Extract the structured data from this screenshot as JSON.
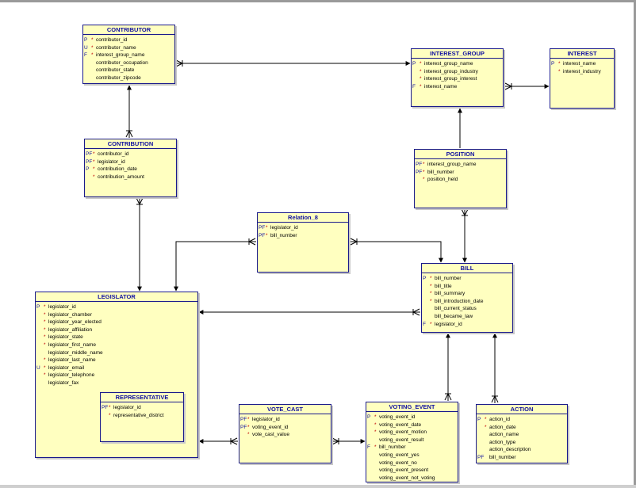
{
  "entities": {
    "contributor": {
      "title": "CONTRIBUTOR",
      "attrs": [
        {
          "key": "P",
          "req": "*",
          "name": "contributor_id"
        },
        {
          "key": "U",
          "req": "*",
          "name": "contributor_name"
        },
        {
          "key": "F",
          "req": "*",
          "name": "interest_group_name"
        },
        {
          "key": "",
          "req": "",
          "name": "contributor_occupation"
        },
        {
          "key": "",
          "req": "",
          "name": "contributor_state"
        },
        {
          "key": "",
          "req": "",
          "name": "contributor_zipcode"
        }
      ]
    },
    "interest_group": {
      "title": "INTEREST_GROUP",
      "attrs": [
        {
          "key": "P",
          "req": "*",
          "name": "interest_group_name"
        },
        {
          "key": "",
          "req": "*",
          "name": "interest_group_industry"
        },
        {
          "key": "",
          "req": "*",
          "name": "interest_group_interest"
        },
        {
          "key": "F",
          "req": "*",
          "name": "interest_name"
        }
      ]
    },
    "interest": {
      "title": "INTEREST",
      "attrs": [
        {
          "key": "P",
          "req": "*",
          "name": "interest_name"
        },
        {
          "key": "",
          "req": "*",
          "name": "interest_industry"
        }
      ]
    },
    "contribution": {
      "title": "CONTRIBUTION",
      "attrs": [
        {
          "key": "PF",
          "req": "*",
          "name": "contributor_id"
        },
        {
          "key": "PF",
          "req": "*",
          "name": "legislator_id"
        },
        {
          "key": "P",
          "req": "*",
          "name": "contribution_date"
        },
        {
          "key": "",
          "req": "*",
          "name": "contribution_amount"
        }
      ]
    },
    "position": {
      "title": "POSITION",
      "attrs": [
        {
          "key": "PF",
          "req": "*",
          "name": "interest_group_name"
        },
        {
          "key": "PF",
          "req": "*",
          "name": "bill_number"
        },
        {
          "key": "",
          "req": "*",
          "name": "position_held"
        }
      ]
    },
    "relation_8": {
      "title": "Relation_8",
      "attrs": [
        {
          "key": "PF",
          "req": "*",
          "name": "legislator_id"
        },
        {
          "key": "PF",
          "req": "*",
          "name": "bill_number"
        }
      ]
    },
    "bill": {
      "title": "BILL",
      "attrs": [
        {
          "key": "P",
          "req": "*",
          "name": "bill_number"
        },
        {
          "key": "",
          "req": "*",
          "name": "bill_title"
        },
        {
          "key": "",
          "req": "*",
          "name": "bill_summary"
        },
        {
          "key": "",
          "req": "*",
          "name": "bill_introduction_date"
        },
        {
          "key": "",
          "req": "",
          "name": "bill_current_status"
        },
        {
          "key": "",
          "req": "",
          "name": "bill_became_law"
        },
        {
          "key": "F",
          "req": "*",
          "name": "legislator_id"
        }
      ]
    },
    "legislator": {
      "title": "LEGISLATOR",
      "attrs": [
        {
          "key": "P",
          "req": "*",
          "name": "legislator_id"
        },
        {
          "key": "",
          "req": "*",
          "name": "legislator_chamber"
        },
        {
          "key": "",
          "req": "*",
          "name": "legislator_year_elected"
        },
        {
          "key": "",
          "req": "*",
          "name": "legislator_affiliation"
        },
        {
          "key": "",
          "req": "*",
          "name": "legislator_state"
        },
        {
          "key": "",
          "req": "*",
          "name": "legislator_first_name"
        },
        {
          "key": "",
          "req": "",
          "name": "legislator_middle_name"
        },
        {
          "key": "",
          "req": "*",
          "name": "legislator_last_name"
        },
        {
          "key": "U",
          "req": "*",
          "name": "legislator_email"
        },
        {
          "key": "",
          "req": "*",
          "name": "legislator_telephone"
        },
        {
          "key": "",
          "req": "",
          "name": "legislator_fax"
        }
      ]
    },
    "representative": {
      "title": "REPRESENTATIVE",
      "attrs": [
        {
          "key": "PF",
          "req": "*",
          "name": "legislator_id"
        },
        {
          "key": "",
          "req": "*",
          "name": "representative_district"
        }
      ]
    },
    "vote_cast": {
      "title": "VOTE_CAST",
      "attrs": [
        {
          "key": "PF",
          "req": "*",
          "name": "legislator_id"
        },
        {
          "key": "PF",
          "req": "*",
          "name": "voting_event_id"
        },
        {
          "key": "",
          "req": "*",
          "name": "vote_cast_value"
        }
      ]
    },
    "voting_event": {
      "title": "VOTING_EVENT",
      "attrs": [
        {
          "key": "P",
          "req": "*",
          "name": "voting_event_id"
        },
        {
          "key": "",
          "req": "*",
          "name": "voting_event_date"
        },
        {
          "key": "",
          "req": "*",
          "name": "voting_event_motion"
        },
        {
          "key": "",
          "req": "",
          "name": "voting_event_result"
        },
        {
          "key": "F",
          "req": "*",
          "name": "bill_number"
        },
        {
          "key": "",
          "req": "",
          "name": "voting_event_yes"
        },
        {
          "key": "",
          "req": "",
          "name": "voting_event_no"
        },
        {
          "key": "",
          "req": "",
          "name": "voting_event_present"
        },
        {
          "key": "",
          "req": "",
          "name": "voting_event_not_voting"
        }
      ]
    },
    "action": {
      "title": "ACTION",
      "attrs": [
        {
          "key": "P",
          "req": "*",
          "name": "action_id"
        },
        {
          "key": "",
          "req": "*",
          "name": "action_date"
        },
        {
          "key": "",
          "req": "",
          "name": "action_name"
        },
        {
          "key": "",
          "req": "",
          "name": "action_type"
        },
        {
          "key": "",
          "req": "",
          "name": "action_description"
        },
        {
          "key": "PF",
          "req": "",
          "name": "bill_number"
        }
      ]
    }
  }
}
